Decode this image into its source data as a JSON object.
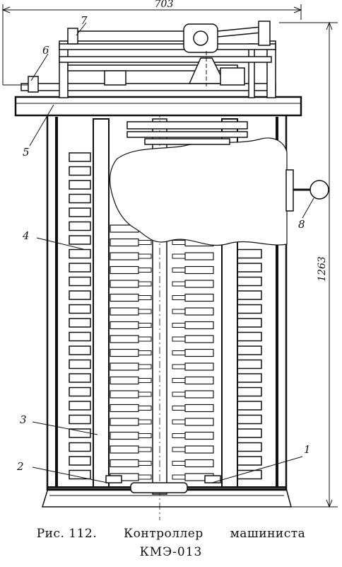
{
  "dimensions": {
    "width": "703",
    "height": "1263"
  },
  "labels": [
    "1",
    "2",
    "3",
    "4",
    "5",
    "6",
    "7",
    "8"
  ],
  "caption": {
    "prefix": "Рис.",
    "number": "112.",
    "word1": "Контроллер",
    "word2": "машиниста",
    "model": "КМЭ-013"
  }
}
